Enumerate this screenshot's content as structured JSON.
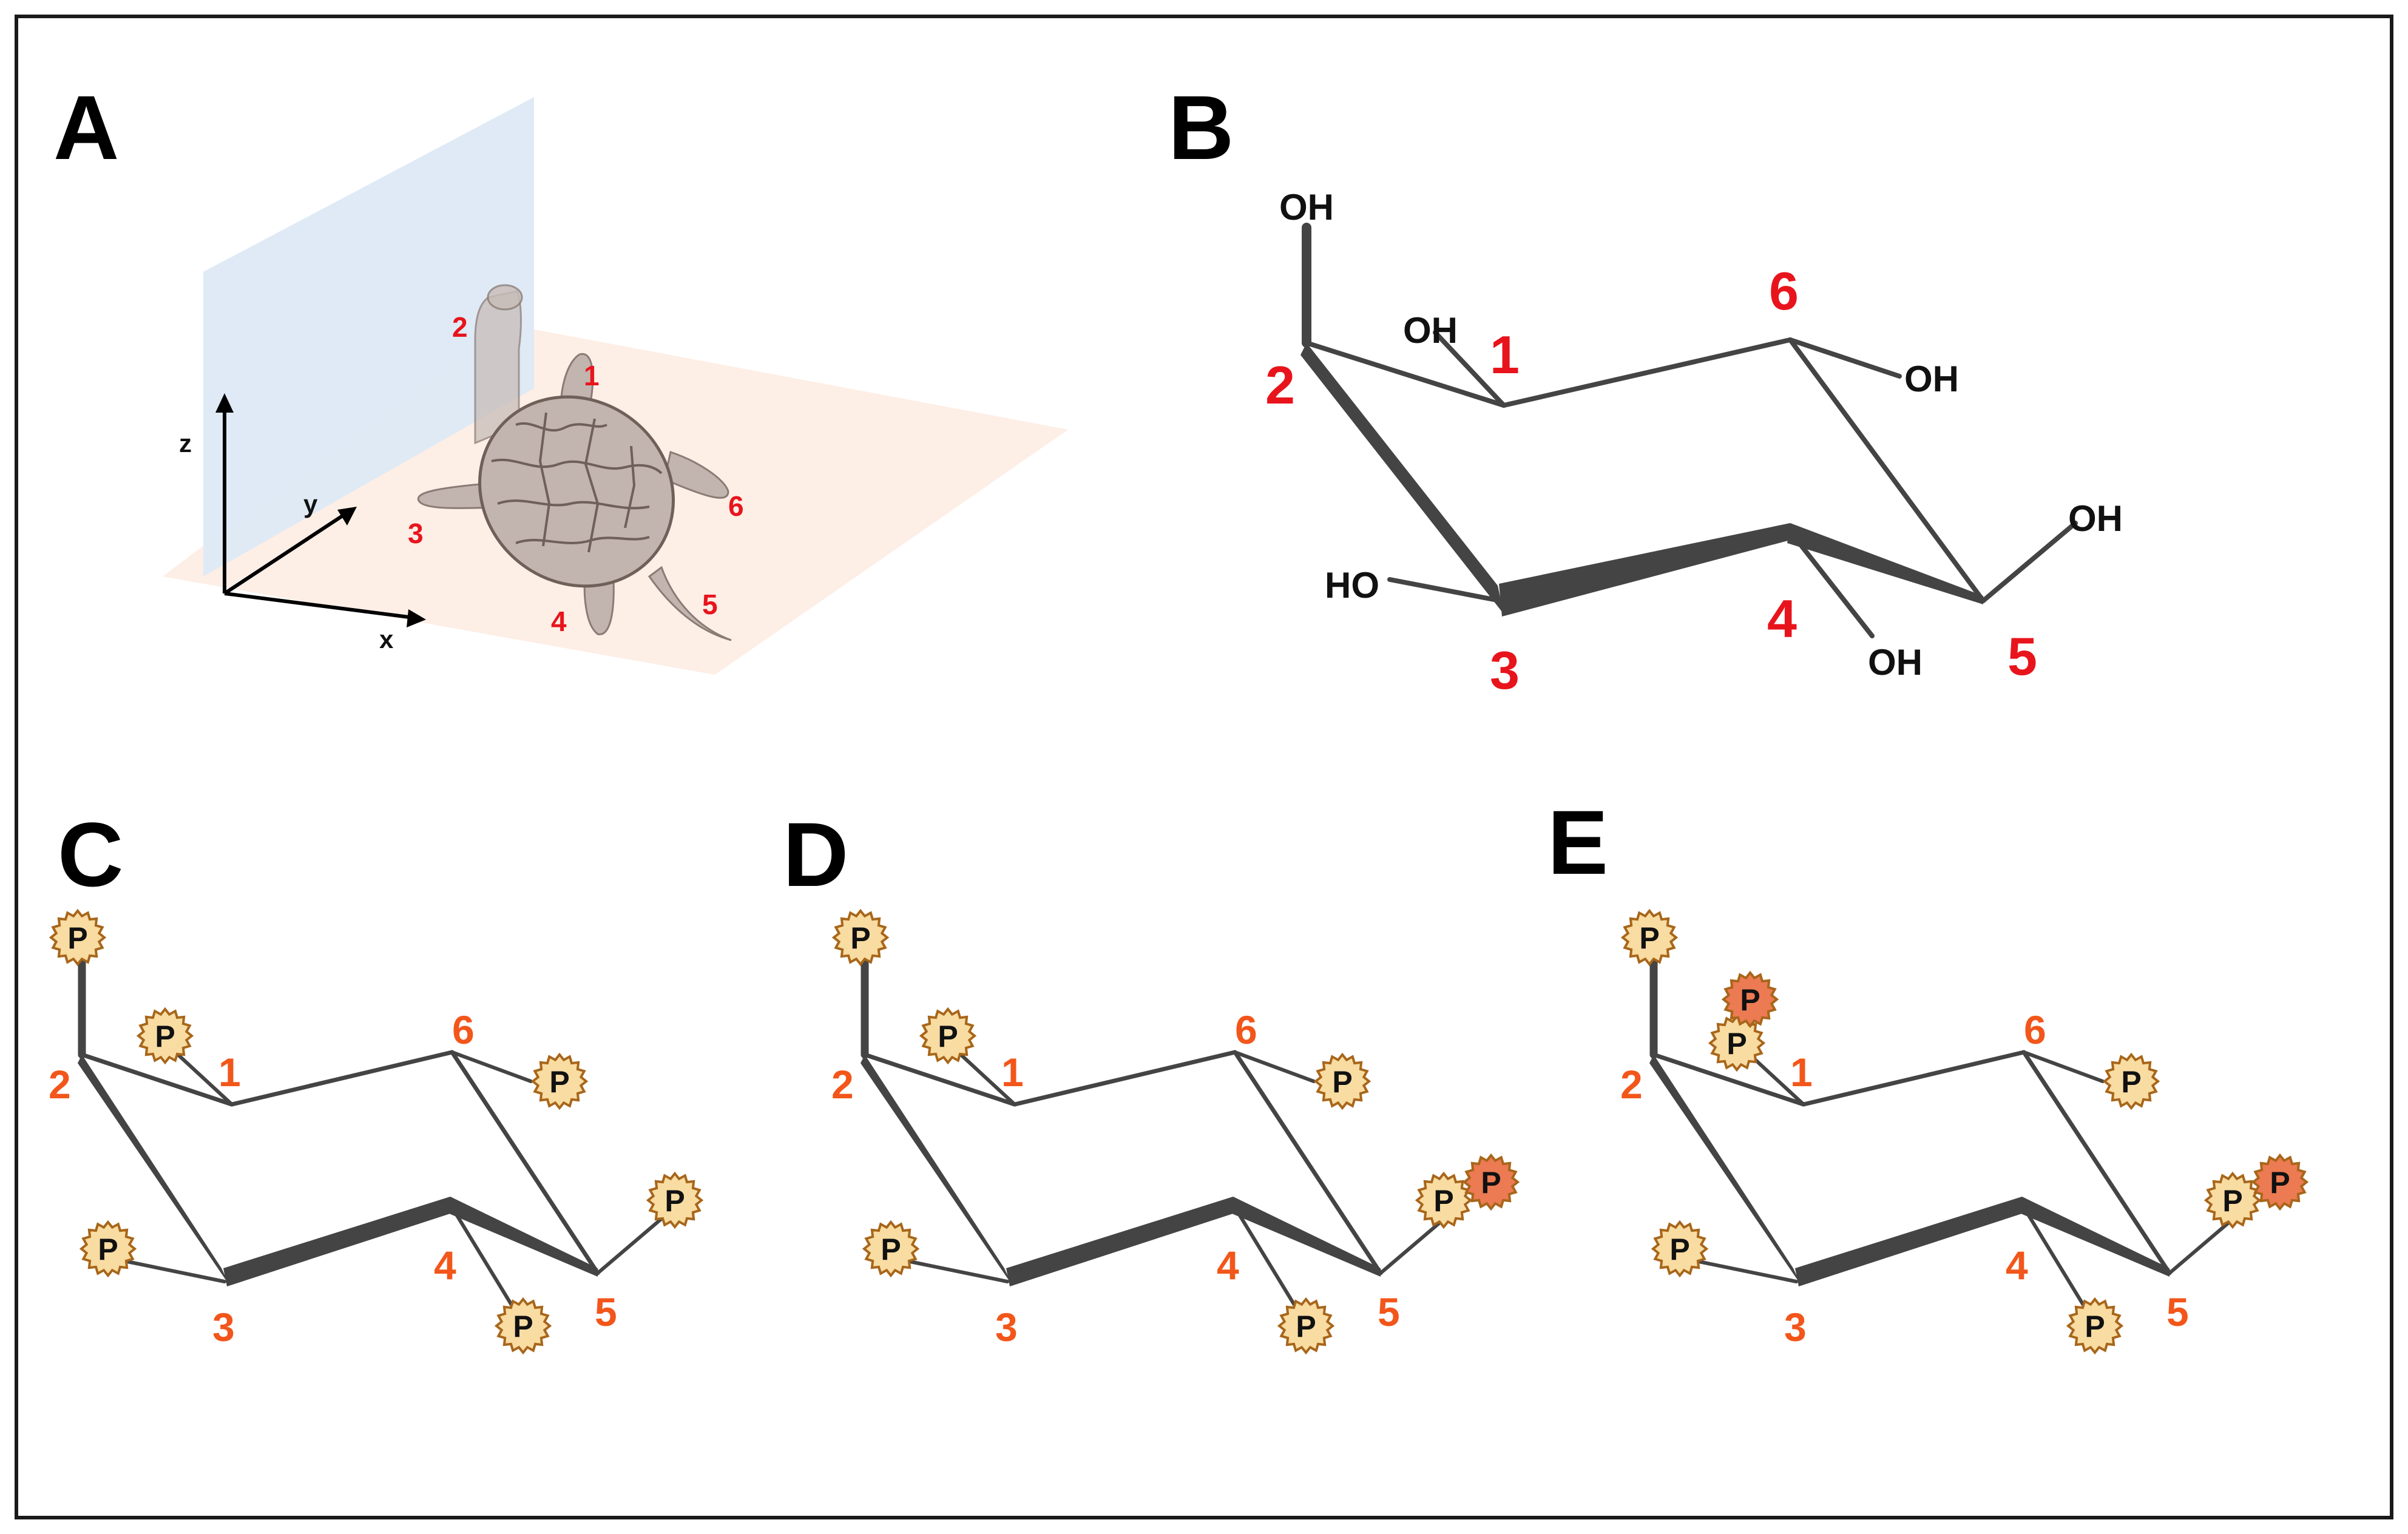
{
  "panels": {
    "A": {
      "letter": "A",
      "axes": {
        "x": "x",
        "y": "y",
        "z": "z"
      },
      "limb_numbers": [
        "1",
        "2",
        "3",
        "4",
        "5",
        "6"
      ]
    },
    "B": {
      "letter": "B",
      "positions": [
        "1",
        "2",
        "3",
        "4",
        "5",
        "6"
      ],
      "substituents": [
        "OH",
        "OH",
        "HO",
        "OH",
        "OH",
        "OH"
      ]
    },
    "C": {
      "letter": "C",
      "positions": [
        "1",
        "2",
        "3",
        "4",
        "5",
        "6"
      ],
      "phosphate_label": "P",
      "phosphates": [
        "1",
        "2",
        "3",
        "4",
        "5",
        "6"
      ],
      "pyrophosphates": []
    },
    "D": {
      "letter": "D",
      "positions": [
        "1",
        "2",
        "3",
        "4",
        "5",
        "6"
      ],
      "phosphate_label": "P",
      "phosphates": [
        "1",
        "2",
        "3",
        "4",
        "5",
        "6"
      ],
      "pyrophosphates": [
        "5"
      ]
    },
    "E": {
      "letter": "E",
      "positions": [
        "1",
        "2",
        "3",
        "4",
        "5",
        "6"
      ],
      "phosphate_label": "P",
      "phosphates": [
        "1",
        "2",
        "3",
        "4",
        "5",
        "6"
      ],
      "pyrophosphates": [
        "1",
        "5"
      ]
    }
  },
  "colors": {
    "frame": "#1a1a1a",
    "bond": "#444444",
    "red_label": "#e8141c",
    "orange_label": "#f2561a",
    "phosphate_fill": "#f8dca2",
    "phosphate_stroke": "#a8661a",
    "pyrophosphate_fill": "#ec7a52",
    "wall_plane": "#dde9f6",
    "floor_plane": "#fdeee6",
    "turtle": "#c2b4ae"
  }
}
